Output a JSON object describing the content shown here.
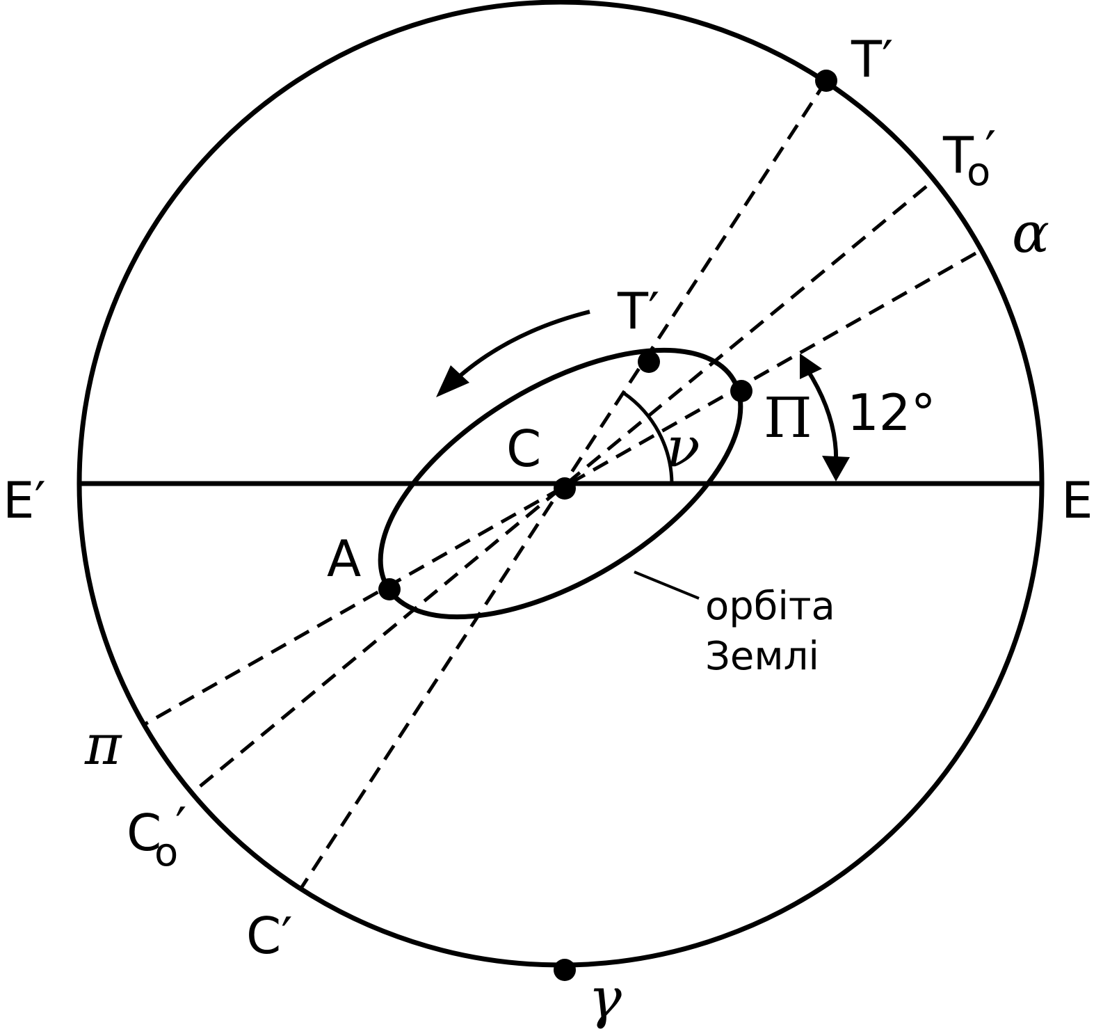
{
  "labels": {
    "T_outer": "T′",
    "T0_base": "T",
    "T0_sub": "o",
    "T0_prime": "′",
    "alpha": "α",
    "T_inner": "T′",
    "Pi": "Π",
    "angle_12": "12°",
    "nu": "ν",
    "C": "C",
    "E_prime": "E′",
    "E": "E",
    "A": "A",
    "orbit_line1": "орбіта",
    "orbit_line2": "Землі",
    "pi": "π",
    "C0_base": "C",
    "C0_sub": "o",
    "C0_prime": "′",
    "C_prime": "C′",
    "gamma": "γ"
  },
  "colors": {
    "ink": "#000000",
    "background": "#ffffff"
  }
}
